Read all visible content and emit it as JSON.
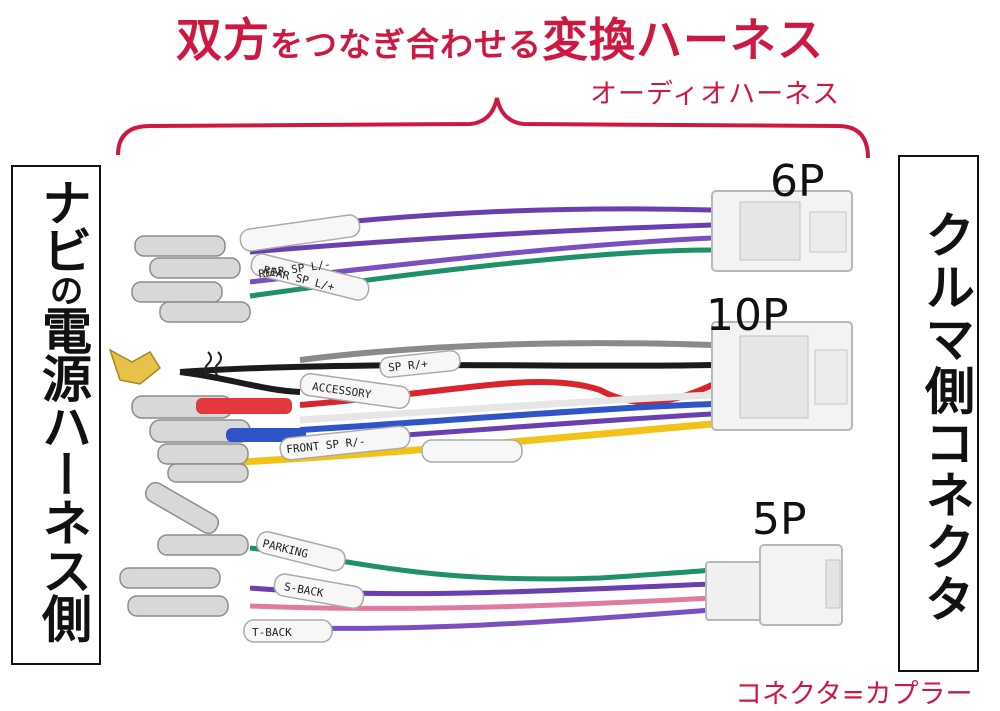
{
  "header": {
    "title_part1": "双方",
    "title_part2": "をつなぎ合わせる",
    "title_part3": "変換ハーネス",
    "subtitle": "オーディオハーネス"
  },
  "left_panel": {
    "text_part1": "ナビ",
    "text_part2": "の",
    "text_part3": "電源ハーネス側"
  },
  "right_panel": {
    "text": "クルマ側コネクタ"
  },
  "connectors": {
    "six_pin": "6P",
    "ten_pin": "10P",
    "five_pin": "5P"
  },
  "wire_tags": {
    "rear_sp_l_minus": "REAR SP L/-",
    "rear_sp_l_plus": "REAR SP L/+",
    "accessory": "ACCESSORY",
    "sp_r_plus": "SP R/+",
    "front_sp_r_minus": "FRONT SP R/-",
    "parking": "PARKING",
    "s_back": "S-BACK",
    "t_back": "T-BACK"
  },
  "footer_note": "コネクタ=カプラー",
  "colors": {
    "accent": "#cf1840",
    "wire_purple": "#6a3fb0",
    "wire_green": "#1f9068",
    "wire_red": "#d8242a",
    "wire_blue": "#2f54c8",
    "wire_yellow": "#f2c218",
    "wire_gray": "#8a8a8a",
    "wire_black": "#1b1b1b",
    "wire_pink": "#e07aa0"
  }
}
